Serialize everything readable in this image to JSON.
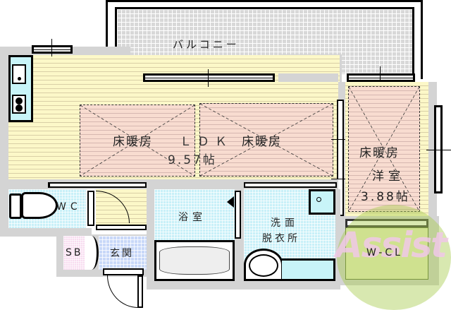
{
  "floorplan": {
    "balcony": {
      "label": "バルコニー"
    },
    "ldk": {
      "heating_left": "床暖房",
      "label": "ＬＤＫ",
      "size": "9.57帖",
      "heating_right": "床暖房"
    },
    "western_room": {
      "heating": "床暖房",
      "label": "洋室",
      "size": "3.88帖"
    },
    "wc": {
      "label": "WC"
    },
    "bathroom": {
      "label": "浴室"
    },
    "washroom": {
      "label_line1": "洗面",
      "label_line2": "脱衣所"
    },
    "shoe_box": {
      "label": "SB"
    },
    "entrance": {
      "label": "玄関"
    },
    "walk_in_closet": {
      "label": "W-CL"
    },
    "watermark": {
      "text": "Assist"
    },
    "colors": {
      "wood_floor": "#fcf8c8",
      "heated_floor": "#f8dcd0",
      "wet_area_tile": "#c8f0f8",
      "entrance_tile": "#c8d8f8",
      "shoe_box": "#f8dcf0",
      "balcony": "#d8d8d8",
      "wall": "#d4d4d4",
      "watermark_green": "#a8cc50",
      "watermark_pink": "#f0c8e8"
    }
  }
}
